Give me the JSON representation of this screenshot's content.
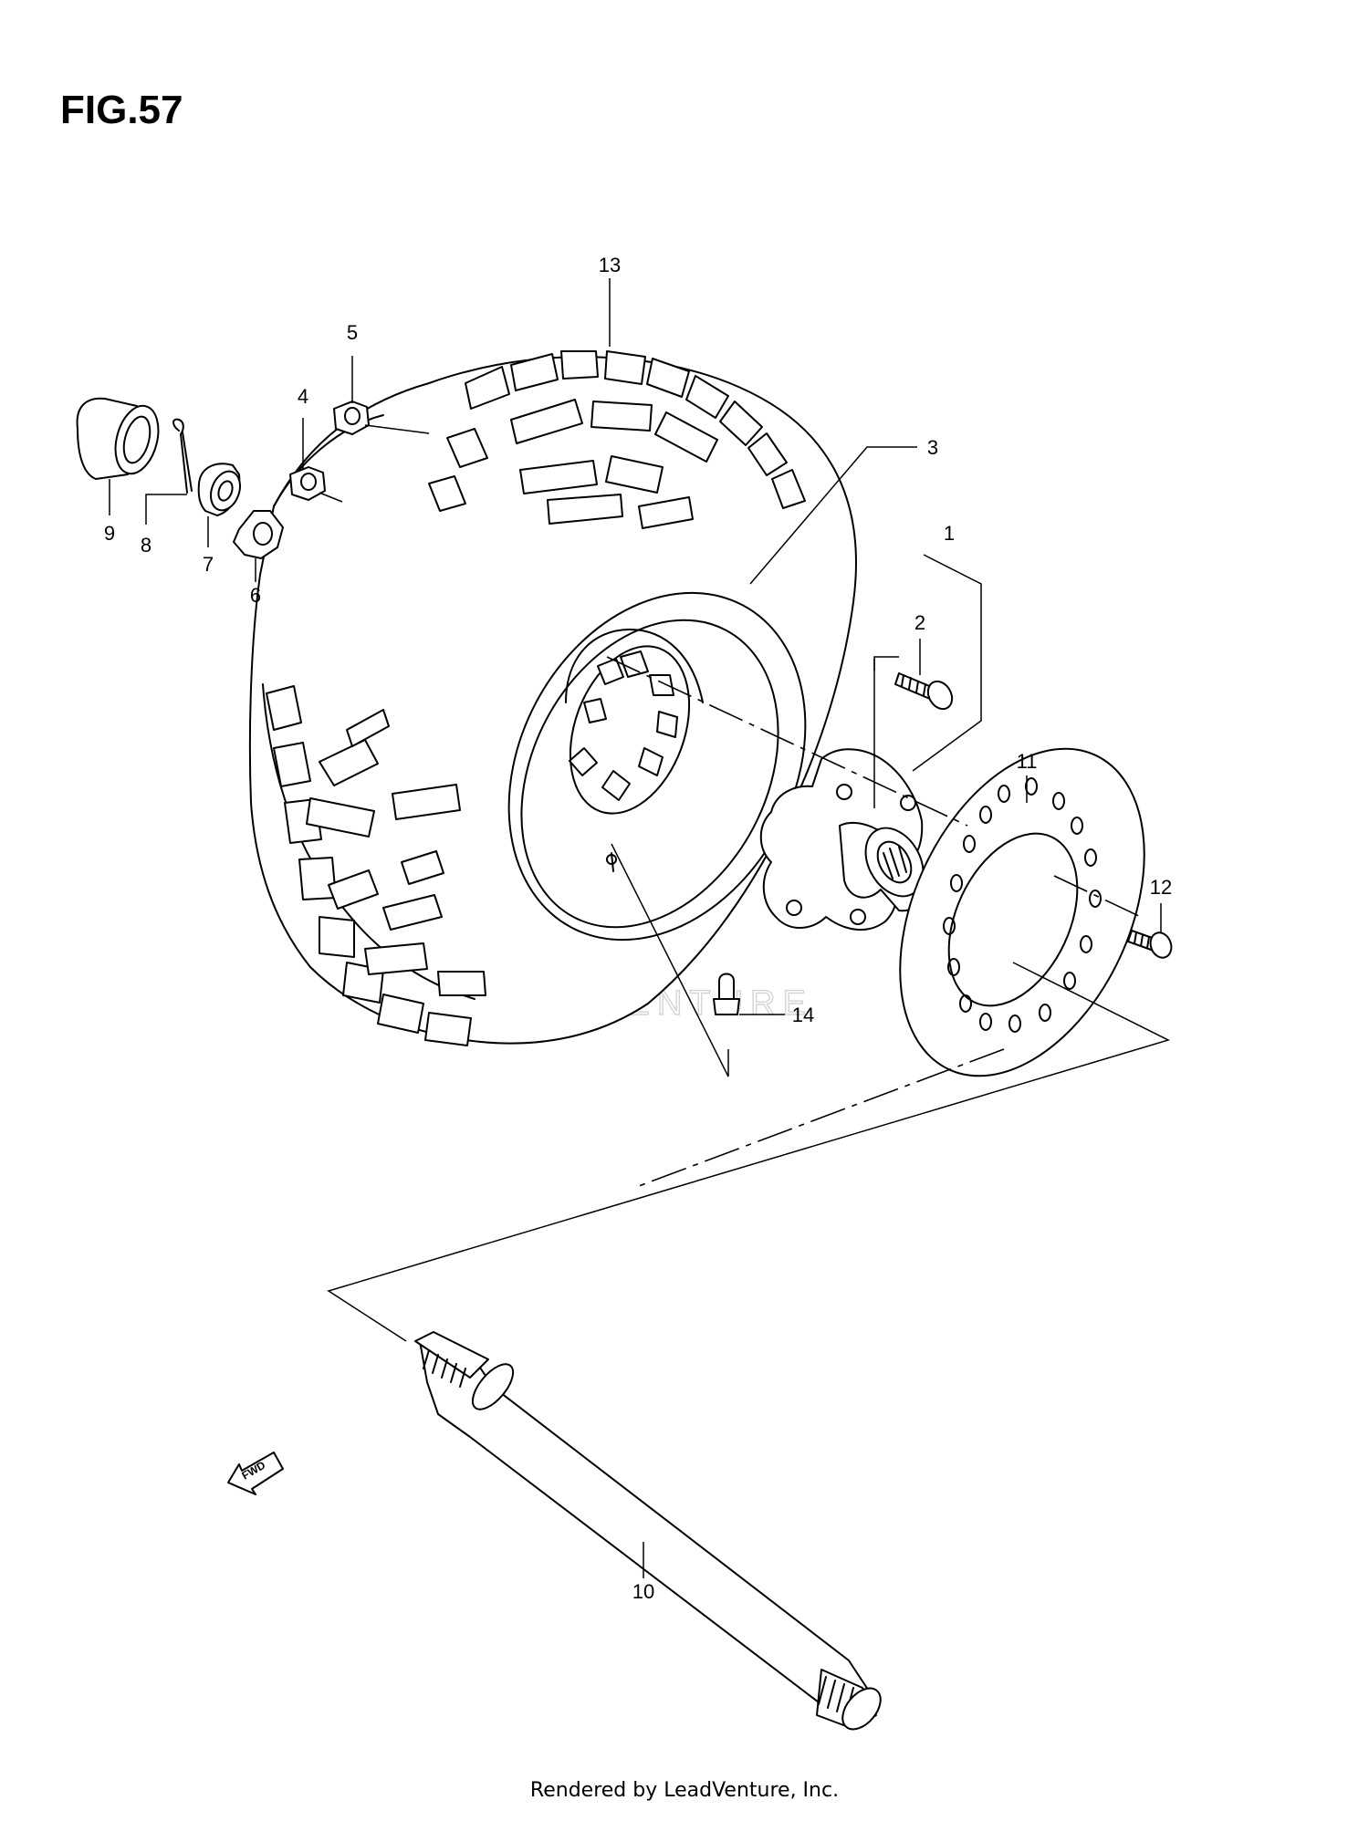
{
  "figure": {
    "title": "FIG.57"
  },
  "callouts": [
    {
      "id": "1",
      "label": "1"
    },
    {
      "id": "2",
      "label": "2"
    },
    {
      "id": "3",
      "label": "3"
    },
    {
      "id": "4",
      "label": "4"
    },
    {
      "id": "5",
      "label": "5"
    },
    {
      "id": "6",
      "label": "6"
    },
    {
      "id": "7",
      "label": "7"
    },
    {
      "id": "8",
      "label": "8"
    },
    {
      "id": "9",
      "label": "9"
    },
    {
      "id": "10",
      "label": "10"
    },
    {
      "id": "11",
      "label": "11"
    },
    {
      "id": "12",
      "label": "12"
    },
    {
      "id": "13",
      "label": "13"
    },
    {
      "id": "14",
      "label": "14"
    }
  ],
  "direction_arrow": {
    "label": "FWD"
  },
  "watermark": {
    "text": "LEADVENTURE"
  },
  "footer": {
    "text": "Rendered by LeadVenture, Inc."
  }
}
